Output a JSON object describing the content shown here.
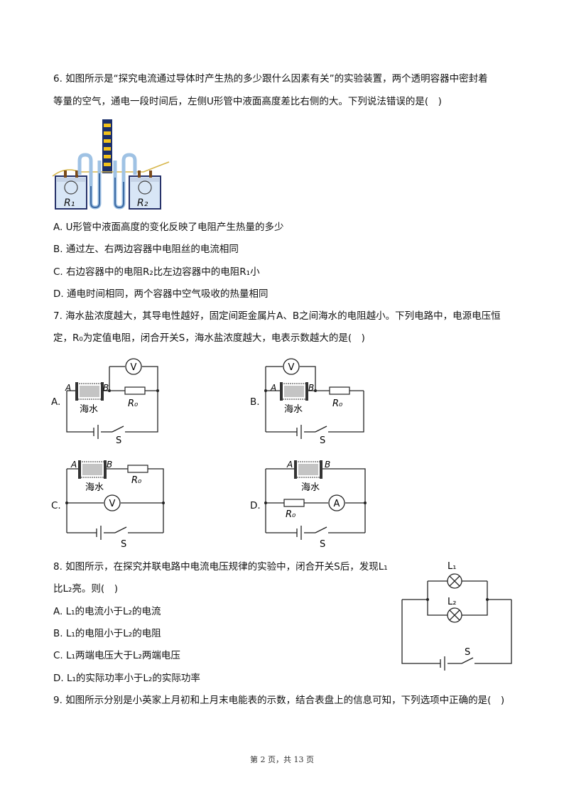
{
  "q6": {
    "line1": "6. 如图所示是“探究电流通过导体时产生热的多少跟什么因素有关”的实验装置，两个透明容器中密封着",
    "line2": "等量的空气，通电一段时间后，左侧U形管中液面高度差比右侧的大。下列说法错误的是(　)",
    "figure": {
      "r1": "R₁",
      "r2": "R₂"
    },
    "options": [
      "A. U形管中液面高度的变化反映了电阻产生热量的多少",
      "B. 通过左、右两边容器中电阻丝的电流相同",
      "C. 右边容器中的电阻R₂比左边容器中的电阻R₁小",
      "D. 通电时间相同，两个容器中空气吸收的热量相同"
    ]
  },
  "q7": {
    "line1": "7. 海水盐浓度越大，其导电性越好，固定间距金属片A、B之间海水的电阻越小。下列电路中，电源电压恒",
    "line2": "定，R₀为定值电阻，闭合开关S，海水盐浓度越大，电表示数越大的是(　)",
    "circuits": [
      {
        "label": "A.",
        "meter": "V",
        "a": "A",
        "b": "B",
        "water": "海水",
        "r0": "R₀",
        "s": "S"
      },
      {
        "label": "B.",
        "meter": "V",
        "a": "A",
        "b": "B",
        "water": "海水",
        "r0": "R₀",
        "s": "S"
      },
      {
        "label": "C.",
        "meter": "V",
        "a": "A",
        "b": "B",
        "water": "海水",
        "r0": "R₀",
        "s": "S"
      },
      {
        "label": "D.",
        "meter": "A",
        "a": "A",
        "b": "B",
        "water": "海水",
        "r0": "R₀",
        "s": "S"
      }
    ]
  },
  "q8": {
    "line1": "8. 如图所示，在探究并联电路中电流电压规律的实验中，闭合开关S后，发现L₁",
    "line2": "比L₂亮。则(　)",
    "options": [
      "A. L₁的电流小于L₂的电流",
      "B. L₁的电阻小于L₂的电阻",
      "C. L₁两端电压大于L₂两端电压",
      "D. L₁的实际功率小于L₂的实际功率"
    ],
    "figure": {
      "l1": "L₁",
      "l2": "L₂",
      "s": "S"
    }
  },
  "q9": {
    "line1": "9. 如图所示分别是小英家上月初和上月末电能表的示数，结合表盘上的信息可知，下列选项中正确的是(　)"
  },
  "footer": "第 2 页，共 13 页"
}
